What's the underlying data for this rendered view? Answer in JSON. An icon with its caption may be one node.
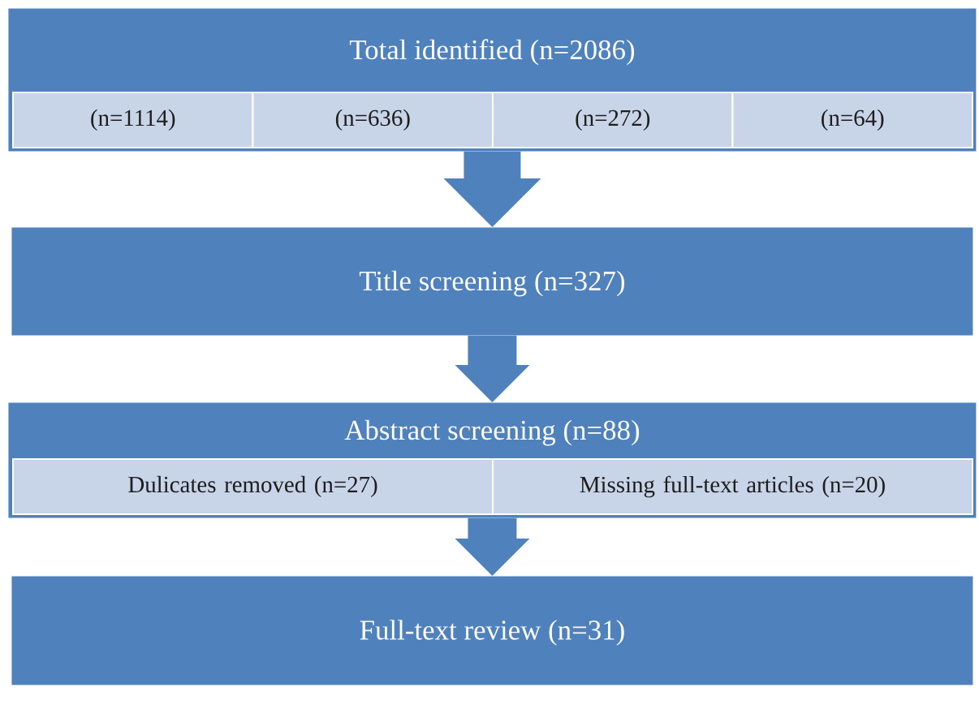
{
  "diagram": {
    "nodes": [
      {
        "text": [
          "Total identified (n=2086)"
        ]
      },
      {
        "text": [
          "(n=1114)"
        ],
        "in": 0
      },
      {
        "text": [
          "(n=636)"
        ],
        "in": 0
      },
      {
        "text": [
          "(n=272)"
        ],
        "in": 0
      },
      {
        "text": [
          "(n=64)"
        ],
        "in": 0
      },
      {
        "text": [
          "Title screening (n=327)"
        ]
      },
      {
        "text": [
          "Abstract screening (n=88)"
        ]
      },
      {
        "text": [
          "Dulicates removed (n=27)"
        ],
        "in": 6
      },
      {
        "text": [
          "Missing full-text articles (n=20)"
        ],
        "in": 6
      },
      {
        "text": [
          "Full-text review (n=31)"
        ]
      }
    ],
    "edges": [
      {
        "from": 0,
        "to": 5,
        "arrow": "to"
      },
      {
        "from": 5,
        "to": 6,
        "arrow": "to"
      },
      {
        "from": 6,
        "to": 9,
        "arrow": "to"
      }
    ]
  }
}
